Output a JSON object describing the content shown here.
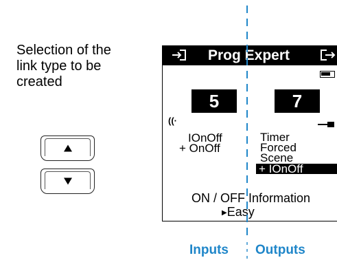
{
  "top_fragment": "",
  "instruction": {
    "line1": "Selection of the",
    "line2": "link type to be",
    "line3": "created"
  },
  "keypad": {
    "up_icon": "triangle-up-icon",
    "down_icon": "triangle-down-icon"
  },
  "screen": {
    "title": "Prog Expert",
    "left_icon": "enter-icon",
    "right_icon": "exit-icon",
    "battery_icon": "battery-icon",
    "input_number": "5",
    "output_number": "7",
    "rf_icon": "radio-signal-icon",
    "plug_icon": "plug-icon",
    "input_list": [
      "IOnOff",
      "+ OnOff"
    ],
    "output_list": [
      "Timer",
      "Forced",
      "Scene"
    ],
    "output_selected": "+ IOnOff",
    "footer_line1": "ON / OFF Information",
    "footer_line2": "Easy"
  },
  "labels": {
    "inputs": "Inputs",
    "outputs": "Outputs"
  },
  "colors": {
    "accent_blue": "#1f86c9"
  }
}
